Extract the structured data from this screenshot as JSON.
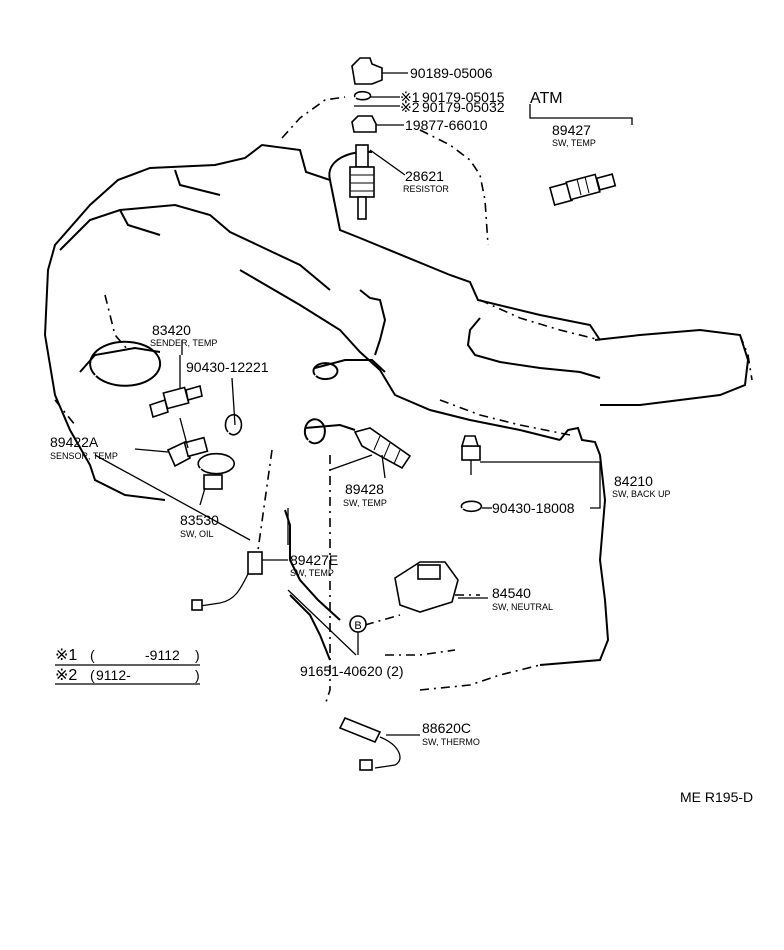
{
  "parts": {
    "p1": {
      "number": "90189-05006"
    },
    "p2": {
      "mark": "※1",
      "number": "90179-05015"
    },
    "p3": {
      "mark": "※2",
      "number": "90179-05032"
    },
    "p4": {
      "number": "19877-66010"
    },
    "p5": {
      "number": "28621",
      "desc": "RESISTOR"
    },
    "atm": {
      "label": "ATM",
      "number": "89427",
      "desc": "SW, TEMP"
    },
    "p6": {
      "number": "83420",
      "desc": "SENDER, TEMP"
    },
    "p7": {
      "number": "90430-12221"
    },
    "p8": {
      "number": "89422A",
      "desc": "SENSOR, TEMP"
    },
    "p9": {
      "number": "89428",
      "desc": "SW, TEMP"
    },
    "p10": {
      "number": "84210",
      "desc": "SW, BACK UP"
    },
    "p11": {
      "number": "90430-18008"
    },
    "p12": {
      "number": "83530",
      "desc": "SW, OIL"
    },
    "p13": {
      "number": "89427E",
      "desc": "SW, TEMP"
    },
    "p14": {
      "number": "84540",
      "desc": "SW, NEUTRAL"
    },
    "p15": {
      "marker": "B",
      "number": "91651-40620 (2)"
    },
    "p16": {
      "number": "88620C",
      "desc": "SW, THERMO"
    }
  },
  "notes": [
    {
      "mark": "※1",
      "open": "(",
      "range": "-9112",
      "close": ")"
    },
    {
      "mark": "※2",
      "open": "(",
      "range": "9112-",
      "close": ")"
    }
  ],
  "code": "ME R195-D"
}
